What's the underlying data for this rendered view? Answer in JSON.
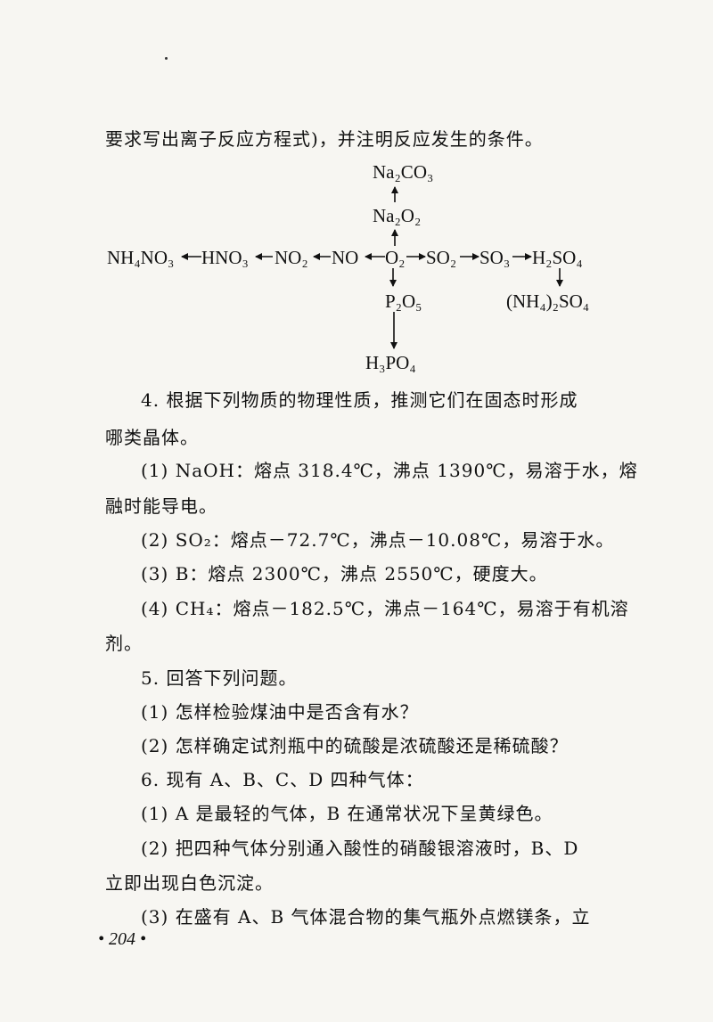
{
  "text_lines": [
    "要求写出离子反应方程式)，并注明反应发生的条件。",
    "4. 根据下列物质的物理性质，推测它们在固态时形成",
    "哪类晶体。",
    "(1) NaOH：熔点 318.4℃，沸点 1390℃，易溶于水，熔",
    "融时能导电。",
    "(2) SO₂：熔点－72.7℃，沸点－10.08℃，易溶于水。",
    "(3) B：熔点 2300℃，沸点 2550℃，硬度大。",
    "(4) CH₄：熔点－182.5℃，沸点－164℃，易溶于有机溶",
    "剂。",
    "5. 回答下列问题。",
    "(1) 怎样检验煤油中是否含有水？",
    "(2) 怎样确定试剂瓶中的硫酸是浓硫酸还是稀硫酸？",
    "6. 现有 A、B、C、D 四种气体：",
    "(1) A 是最轻的气体，B 在通常状况下呈黄绿色。",
    "(2) 把四种气体分别通入酸性的硝酸银溶液时，B、D",
    "立即出现白色沉淀。",
    "(3) 在盛有 A、B 气体混合物的集气瓶外点燃镁条，立"
  ],
  "page_number": "• 204 •",
  "diagram": {
    "na2co3": "Na₂CO₃",
    "na2o2": "Na₂O₂",
    "nh4no3": "NH₄NO₃",
    "hno3": "HNO₃",
    "no2": "NO₂",
    "no": "NO",
    "o2": "O₂",
    "so2": "SO₂",
    "so3": "SO₃",
    "h2so4": "H₂SO₄",
    "p2o5": "P₂O₅",
    "nh42so4": "(NH₄)₂SO₄",
    "h3po4": "H₃PO₄"
  }
}
